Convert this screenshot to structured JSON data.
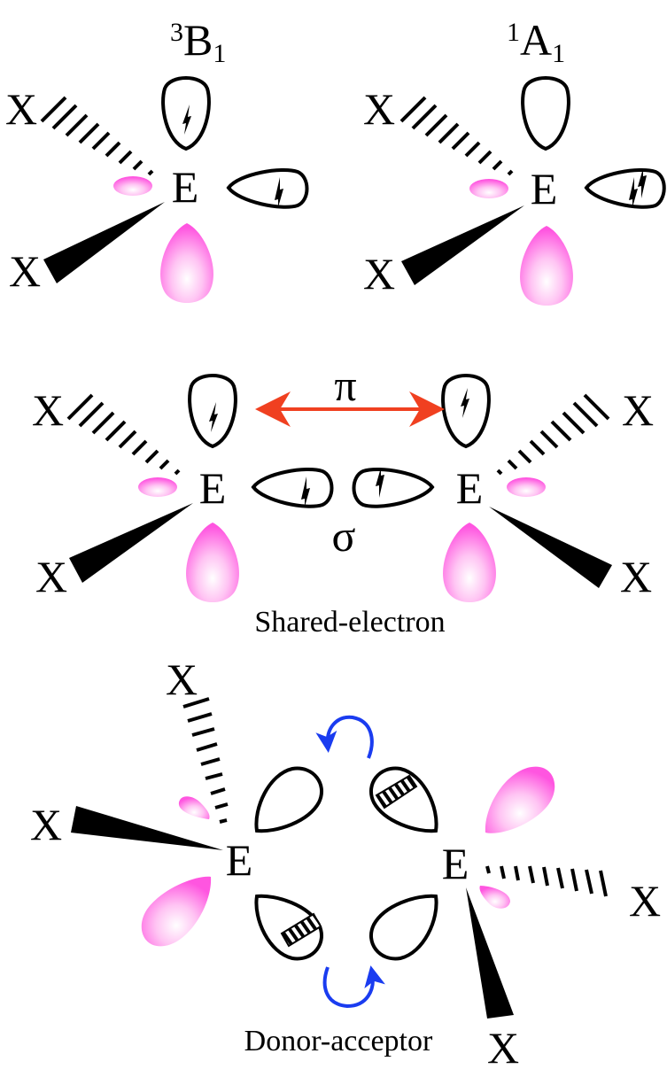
{
  "panels": {
    "triplet": {
      "term": "B",
      "term_sup": "3",
      "term_sub": "1"
    },
    "singlet": {
      "term": "A",
      "term_sup": "1",
      "term_sub": "1"
    }
  },
  "atom_center": "E",
  "substituent": "X",
  "bond_labels": {
    "pi": "π",
    "sigma": "σ"
  },
  "captions": {
    "shared_electron": "Shared-electron",
    "donor_acceptor": "Donor-acceptor"
  },
  "colors": {
    "pink_lobe": "#ff55e0",
    "pi_arrow": "#f04020",
    "curved_arrow": "#1a3cf0",
    "ink": "#000000"
  }
}
